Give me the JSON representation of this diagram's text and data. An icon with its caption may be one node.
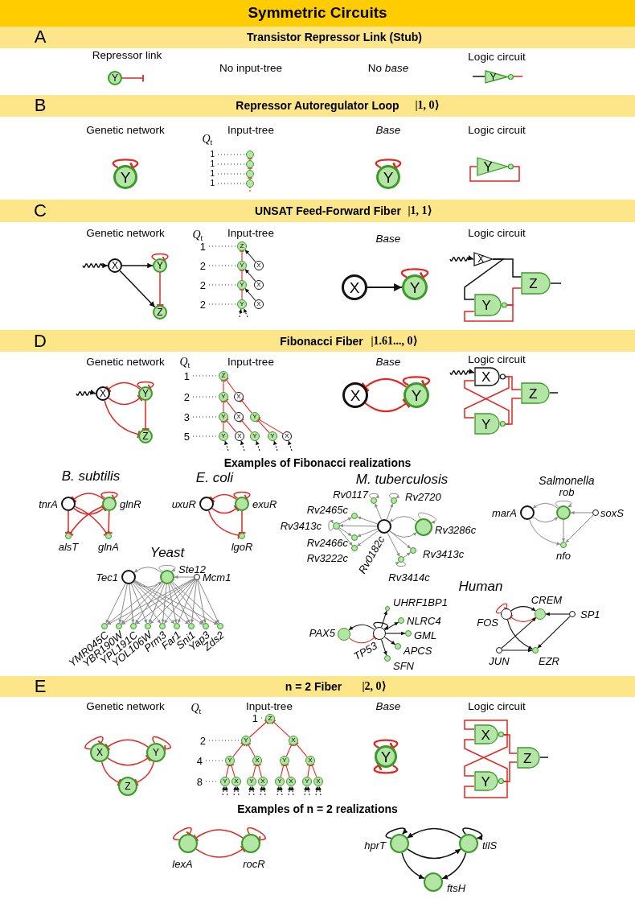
{
  "diagram": {
    "title": "Symmetric Circuits",
    "nodes": [
      {
        "text": [
          "Y"
        ]
      },
      {
        "text": [
          "Y"
        ]
      },
      {
        "text": [
          "Y"
        ]
      },
      {
        "text": [],
        "shape": "circle",
        "beside": [
          "1"
        ]
      },
      {
        "text": [],
        "shape": "circle",
        "beside": [
          "1"
        ]
      },
      {
        "text": [],
        "shape": "circle",
        "beside": [
          "1"
        ]
      },
      {
        "text": [],
        "shape": "circle",
        "beside": [
          "1"
        ]
      },
      {
        "text": [
          "Y"
        ]
      },
      {
        "text": [
          "Y"
        ]
      },
      {
        "text": [
          "X"
        ]
      },
      {
        "text": [
          "Y"
        ]
      },
      {
        "text": [
          "Z"
        ]
      },
      {
        "text": [
          "Z"
        ],
        "beside": [
          "1"
        ]
      },
      {
        "text": [
          "Y"
        ],
        "beside": [
          "2"
        ]
      },
      {
        "text": [
          "X"
        ]
      },
      {
        "text": [
          "Y"
        ],
        "beside": [
          "2"
        ]
      },
      {
        "text": [
          "X"
        ]
      },
      {
        "text": [
          "Y"
        ],
        "beside": [
          "2"
        ]
      },
      {
        "text": [
          "X"
        ]
      },
      {
        "text": [
          "X"
        ]
      },
      {
        "text": [
          "Y"
        ]
      },
      {
        "text": [
          "X"
        ]
      },
      {
        "text": [
          "Z"
        ]
      },
      {
        "text": [
          "Y"
        ]
      },
      {
        "text": [
          "X"
        ]
      },
      {
        "text": [
          "Y"
        ]
      },
      {
        "text": [
          "Z"
        ]
      },
      {
        "text": [
          "Z"
        ],
        "beside": [
          "1"
        ]
      },
      {
        "text": [
          "Y"
        ],
        "beside": [
          "2"
        ]
      },
      {
        "text": [
          "X"
        ]
      },
      {
        "text": [
          "Y"
        ],
        "beside": [
          "3"
        ]
      },
      {
        "text": [
          "X"
        ]
      },
      {
        "text": [
          "Y"
        ]
      },
      {
        "text": [
          "Y"
        ],
        "beside": [
          "5"
        ]
      },
      {
        "text": [
          "X"
        ]
      },
      {
        "text": [
          "Y"
        ]
      },
      {
        "text": [
          "Y"
        ]
      },
      {
        "text": [
          "X"
        ]
      },
      {
        "text": [
          "X"
        ]
      },
      {
        "text": [
          "Y"
        ]
      },
      {
        "text": [
          "X"
        ]
      },
      {
        "text": [
          "Z"
        ]
      },
      {
        "text": [
          "Y"
        ]
      },
      {
        "text": [],
        "shape": "circle",
        "beside": [
          "tnrA"
        ]
      },
      {
        "text": [],
        "shape": "circle",
        "beside": [
          "glnR"
        ]
      },
      {
        "text": [],
        "shape": "circle",
        "beside": [
          "alsT"
        ]
      },
      {
        "text": [],
        "shape": "circle",
        "beside": [
          "glnA"
        ]
      },
      {
        "text": [],
        "shape": "circle",
        "beside": [
          "uxuR"
        ]
      },
      {
        "text": [],
        "shape": "circle",
        "beside": [
          "exuR"
        ]
      },
      {
        "text": [],
        "shape": "circle",
        "beside": [
          "lgoR"
        ]
      },
      {
        "text": [],
        "shape": "circle",
        "beside": [
          "Rv0182c"
        ]
      },
      {
        "text": [],
        "shape": "circle",
        "beside": [
          "Rv0117"
        ]
      },
      {
        "text": [],
        "shape": "circle",
        "beside": [
          "Rv2720"
        ]
      },
      {
        "text": [],
        "shape": "circle",
        "beside": [
          "Rv2465c"
        ]
      },
      {
        "text": [],
        "shape": "circle",
        "beside": [
          "Rv3413c"
        ]
      },
      {
        "text": [],
        "shape": "circle",
        "beside": [
          "Rv2466c"
        ]
      },
      {
        "text": [],
        "shape": "circle",
        "beside": [
          "Rv3222c"
        ]
      },
      {
        "text": [],
        "shape": "circle",
        "beside": [
          "Rv3286c"
        ]
      },
      {
        "text": [],
        "shape": "circle",
        "beside": [
          "Rv3413c"
        ]
      },
      {
        "text": [],
        "shape": "circle",
        "beside": [
          "Rv3414c"
        ]
      },
      {
        "text": [],
        "shape": "circle",
        "beside": [
          "marA"
        ]
      },
      {
        "text": [],
        "shape": "circle",
        "beside": [
          "rob"
        ]
      },
      {
        "text": [],
        "shape": "circle",
        "beside": [
          "soxS"
        ]
      },
      {
        "text": [],
        "shape": "circle",
        "beside": [
          "nfo"
        ]
      },
      {
        "text": [],
        "shape": "circle",
        "beside": [
          "Tec1"
        ]
      },
      {
        "text": [],
        "shape": "circle",
        "beside": [
          "Ste12"
        ]
      },
      {
        "text": [],
        "shape": "circle",
        "beside": [
          "Mcm1"
        ]
      },
      {
        "text": [],
        "shape": "circle",
        "beside": [
          "YMR045C"
        ]
      },
      {
        "text": [],
        "shape": "circle",
        "beside": [
          "YBR190W"
        ]
      },
      {
        "text": [],
        "shape": "circle",
        "beside": [
          "YPL191C"
        ]
      },
      {
        "text": [],
        "shape": "circle",
        "beside": [
          "YOL106W"
        ]
      },
      {
        "text": [],
        "shape": "circle",
        "beside": [
          "Prm3"
        ]
      },
      {
        "text": [],
        "shape": "circle",
        "beside": [
          "Far1"
        ]
      },
      {
        "text": [],
        "shape": "circle",
        "beside": [
          "Sni1"
        ]
      },
      {
        "text": [],
        "shape": "circle",
        "beside": [
          "Yap3"
        ]
      },
      {
        "text": [],
        "shape": "circle",
        "beside": [
          "Zds2"
        ]
      },
      {
        "text": [],
        "shape": "circle",
        "beside": [
          "PAX5"
        ]
      },
      {
        "text": [],
        "shape": "circle",
        "beside": [
          "TP53"
        ]
      },
      {
        "text": [],
        "shape": "circle",
        "beside": [
          "UHRF1BP1"
        ]
      },
      {
        "text": [],
        "shape": "circle",
        "beside": [
          "NLRC4"
        ]
      },
      {
        "text": [],
        "shape": "circle",
        "beside": [
          "GML"
        ]
      },
      {
        "text": [],
        "shape": "circle",
        "beside": [
          "APCS"
        ]
      },
      {
        "text": [],
        "shape": "circle",
        "beside": [
          "SFN"
        ]
      },
      {
        "text": [],
        "shape": "circle",
        "beside": [
          "FOS"
        ]
      },
      {
        "text": [],
        "shape": "circle",
        "beside": [
          "CREM"
        ]
      },
      {
        "text": [],
        "shape": "circle",
        "beside": [
          "SP1"
        ]
      },
      {
        "text": [],
        "shape": "circle",
        "beside": [
          "JUN"
        ]
      },
      {
        "text": [],
        "shape": "circle",
        "beside": [
          "EZR"
        ]
      },
      {
        "text": [
          "X"
        ]
      },
      {
        "text": [
          "Y"
        ]
      },
      {
        "text": [
          "Z"
        ]
      },
      {
        "text": [
          "Z"
        ],
        "beside": [
          "1"
        ]
      },
      {
        "text": [
          "Y"
        ],
        "beside": [
          "2"
        ]
      },
      {
        "text": [
          "X"
        ]
      },
      {
        "text": [
          "Y"
        ],
        "beside": [
          "4"
        ]
      },
      {
        "text": [
          "X"
        ]
      },
      {
        "text": [
          "Y"
        ]
      },
      {
        "text": [
          "X"
        ]
      },
      {
        "text": [
          "Y"
        ],
        "beside": [
          "8"
        ]
      },
      {
        "text": [
          "X"
        ]
      },
      {
        "text": [
          "Y"
        ]
      },
      {
        "text": [
          "X"
        ]
      },
      {
        "text": [
          "Y"
        ]
      },
      {
        "text": [
          "X"
        ]
      },
      {
        "text": [
          "Y"
        ]
      },
      {
        "text": [
          "X"
        ]
      },
      {
        "text": [
          "Y"
        ]
      },
      {
        "text": [
          "X"
        ]
      },
      {
        "text": [
          "Y"
        ]
      },
      {
        "text": [
          "Z"
        ]
      },
      {
        "text": [],
        "shape": "circle",
        "beside": [
          "lexA"
        ]
      },
      {
        "text": [],
        "shape": "circle",
        "beside": [
          "rocR"
        ]
      },
      {
        "text": [],
        "shape": "circle",
        "beside": [
          "hprT"
        ]
      },
      {
        "text": [],
        "shape": "circle",
        "beside": [
          "tilS"
        ]
      },
      {
        "text": [],
        "shape": "circle",
        "beside": [
          "ftsH"
        ]
      }
    ],
    "edges": [
      {
        "from": 0,
        "to": null,
        "arrow": "other"
      },
      {
        "from": null,
        "to": 1,
        "arrow": "none",
        "color": "#111111"
      },
      {
        "from": 1,
        "to": null,
        "arrow": "none"
      },
      {
        "from": 2,
        "to": 2,
        "arrow": "other"
      },
      {
        "from": 4,
        "to": 3,
        "arrow": "other"
      },
      {
        "from": 5,
        "to": 4,
        "arrow": "other"
      },
      {
        "from": 6,
        "to": 5,
        "arrow": "other"
      },
      {
        "from": null,
        "to": 6,
        "arrow": "none",
        "style": "dashed"
      },
      {
        "from": 7,
        "to": 7,
        "arrow": "other"
      },
      {
        "from": 8,
        "to": 8,
        "arrow": "none"
      },
      {
        "from": null,
        "to": 9,
        "arrow": "to",
        "color": "#111111"
      },
      {
        "from": 9,
        "to": 10,
        "arrow": "to",
        "color": "#111111"
      },
      {
        "from": 9,
        "to": 11,
        "arrow": "to",
        "color": "#111111"
      },
      {
        "from": 10,
        "to": 11,
        "arrow": "other"
      },
      {
        "from": 10,
        "to": 10,
        "arrow": "other"
      },
      {
        "from": 13,
        "to": 12,
        "arrow": "other"
      },
      {
        "from": 14,
        "to": 12,
        "arrow": "to",
        "color": "#111111"
      },
      {
        "from": 15,
        "to": 13,
        "arrow": "other"
      },
      {
        "from": 16,
        "to": 13,
        "arrow": "to",
        "color": "#111111"
      },
      {
        "from": 17,
        "to": 15,
        "arrow": "other"
      },
      {
        "from": 18,
        "to": 15,
        "arrow": "to",
        "color": "#111111"
      },
      {
        "from": null,
        "to": 17,
        "arrow": "to",
        "style": "dashed",
        "color": "#111111"
      },
      {
        "from": null,
        "to": 17,
        "arrow": "to",
        "style": "dashed",
        "color": "#111111"
      },
      {
        "from": 19,
        "to": 20,
        "arrow": "to",
        "color": "#111111"
      },
      {
        "from": 20,
        "to": 20,
        "arrow": "other"
      },
      {
        "from": null,
        "to": 21,
        "arrow": "to",
        "color": "#111111"
      },
      {
        "from": 21,
        "to": 22,
        "arrow": "none",
        "color": "#111111"
      },
      {
        "from": 21,
        "to": 23,
        "arrow": "none",
        "color": "#111111"
      },
      {
        "from": 23,
        "to": 22,
        "arrow": "none"
      },
      {
        "from": 23,
        "to": 23,
        "arrow": "none"
      },
      {
        "from": 22,
        "to": null,
        "arrow": "none",
        "color": "#111111"
      },
      {
        "from": null,
        "to": 24,
        "arrow": "to",
        "color": "#111111"
      },
      {
        "from": 25,
        "to": 24,
        "arrow": "other"
      },
      {
        "from": 24,
        "to": 25,
        "arrow": "other"
      },
      {
        "from": 25,
        "to": 25,
        "arrow": "other"
      },
      {
        "from": 25,
        "to": 26,
        "arrow": "other"
      },
      {
        "from": 24,
        "to": 26,
        "arrow": "other"
      },
      {
        "from": 28,
        "to": 27,
        "arrow": "other"
      },
      {
        "from": 29,
        "to": 27,
        "arrow": "other"
      },
      {
        "from": 30,
        "to": 28,
        "arrow": "other"
      },
      {
        "from": 31,
        "to": 28,
        "arrow": "other"
      },
      {
        "from": 32,
        "to": 29,
        "arrow": "other"
      },
      {
        "from": 33,
        "to": 30,
        "arrow": "other"
      },
      {
        "from": 34,
        "to": 30,
        "arrow": "other"
      },
      {
        "from": 35,
        "to": 31,
        "arrow": "other"
      },
      {
        "from": 36,
        "to": 32,
        "arrow": "other"
      },
      {
        "from": 37,
        "to": 32,
        "arrow": "other"
      },
      {
        "from": null,
        "to": 33,
        "arrow": "to",
        "style": "dashed",
        "color": "#111111"
      },
      {
        "from": null,
        "to": 34,
        "arrow": "to",
        "style": "dashed",
        "color": "#111111"
      },
      {
        "from": null,
        "to": 35,
        "arrow": "to",
        "style": "dashed",
        "color": "#111111"
      },
      {
        "from": null,
        "to": 36,
        "arrow": "to",
        "style": "dashed",
        "color": "#111111"
      },
      {
        "from": null,
        "to": 37,
        "arrow": "to",
        "style": "dashed",
        "color": "#111111"
      },
      {
        "from": 39,
        "to": 38,
        "arrow": "other"
      },
      {
        "from": 38,
        "to": 39,
        "arrow": "other"
      },
      {
        "from": 39,
        "to": 39,
        "arrow": "other"
      },
      {
        "from": null,
        "to": 40,
        "arrow": "to",
        "color": "#111111"
      },
      {
        "from": 40,
        "to": 41,
        "arrow": "none"
      },
      {
        "from": 42,
        "to": 41,
        "arrow": "none"
      },
      {
        "from": 40,
        "to": 42,
        "arrow": "none"
      },
      {
        "from": 42,
        "to": 40,
        "arrow": "none"
      },
      {
        "from": 41,
        "to": null,
        "arrow": "none",
        "color": "#111111"
      },
      {
        "from": 44,
        "to": 43,
        "arrow": "other"
      },
      {
        "from": 43,
        "to": 44,
        "arrow": "other"
      },
      {
        "from": 44,
        "to": 44,
        "arrow": "other"
      },
      {
        "from": 43,
        "to": 45,
        "arrow": "other"
      },
      {
        "from": 43,
        "to": 46,
        "arrow": "other"
      },
      {
        "from": 44,
        "to": 45,
        "arrow": "other"
      },
      {
        "from": 44,
        "to": 46,
        "arrow": "other"
      },
      {
        "from": 48,
        "to": 47,
        "arrow": "other"
      },
      {
        "from": 47,
        "to": 48,
        "arrow": "other"
      },
      {
        "from": 48,
        "to": 48,
        "arrow": "other"
      },
      {
        "from": 48,
        "to": 49,
        "arrow": "other"
      },
      {
        "from": 47,
        "to": 49,
        "arrow": "other"
      },
      {
        "from": 50,
        "to": 51,
        "arrow": "to",
        "color": "#8a8a8a"
      },
      {
        "from": 50,
        "to": 52,
        "arrow": "to",
        "color": "#8a8a8a"
      },
      {
        "from": 50,
        "to": 53,
        "arrow": "to",
        "color": "#8a8a8a"
      },
      {
        "from": 50,
        "to": 54,
        "arrow": "to",
        "color": "#8a8a8a"
      },
      {
        "from": 50,
        "to": 55,
        "arrow": "to",
        "color": "#8a8a8a"
      },
      {
        "from": 50,
        "to": 56,
        "arrow": "to",
        "color": "#8a8a8a"
      },
      {
        "from": 50,
        "to": 57,
        "arrow": "to",
        "color": "#8a8a8a"
      },
      {
        "from": 57,
        "to": 50,
        "arrow": "to",
        "color": "#8a8a8a"
      },
      {
        "from": 50,
        "to": 58,
        "arrow": "to",
        "color": "#8a8a8a"
      },
      {
        "from": 50,
        "to": 59,
        "arrow": "to",
        "color": "#8a8a8a"
      },
      {
        "from": 54,
        "to": 53,
        "arrow": "to",
        "color": "#8a8a8a"
      },
      {
        "from": 54,
        "to": 55,
        "arrow": "to",
        "color": "#8a8a8a"
      },
      {
        "from": 54,
        "to": 56,
        "arrow": "to",
        "color": "#8a8a8a"
      },
      {
        "from": 51,
        "to": 51,
        "arrow": "to",
        "color": "#8a8a8a"
      },
      {
        "from": 52,
        "to": 52,
        "arrow": "to",
        "color": "#8a8a8a"
      },
      {
        "from": 54,
        "to": 54,
        "arrow": "to",
        "color": "#8a8a8a"
      },
      {
        "from": 57,
        "to": 57,
        "arrow": "to",
        "color": "#8a8a8a"
      },
      {
        "from": 59,
        "to": 59,
        "arrow": "to",
        "color": "#8a8a8a"
      },
      {
        "from": 59,
        "to": 58,
        "arrow": "to",
        "color": "#8a8a8a"
      },
      {
        "from": 61,
        "to": 60,
        "arrow": "to",
        "color": "#8a8a8a"
      },
      {
        "from": 60,
        "to": 61,
        "arrow": "to",
        "color": "#8a8a8a"
      },
      {
        "from": 61,
        "to": 61,
        "arrow": "to",
        "color": "#8a8a8a"
      },
      {
        "from": 62,
        "to": 61,
        "arrow": "to",
        "color": "#8a8a8a"
      },
      {
        "from": 61,
        "to": 63,
        "arrow": "to",
        "color": "#8a8a8a"
      },
      {
        "from": 60,
        "to": 63,
        "arrow": "to",
        "color": "#8a8a8a"
      },
      {
        "from": 62,
        "to": 63,
        "arrow": "to",
        "color": "#8a8a8a"
      },
      {
        "from": 65,
        "to": 64,
        "arrow": "to",
        "color": "#8a8a8a"
      },
      {
        "from": 64,
        "to": 65,
        "arrow": "to",
        "color": "#8a8a8a"
      },
      {
        "from": 66,
        "to": 65,
        "arrow": "to",
        "color": "#8a8a8a"
      },
      {
        "from": 65,
        "to": 65,
        "arrow": "to",
        "color": "#8a8a8a"
      },
      {
        "from": 64,
        "to": 67,
        "arrow": "to",
        "color": "#8a8a8a"
      },
      {
        "from": 65,
        "to": 67,
        "arrow": "to",
        "color": "#8a8a8a"
      },
      {
        "from": 66,
        "to": 67,
        "arrow": "to",
        "color": "#8a8a8a"
      },
      {
        "from": 64,
        "to": 68,
        "arrow": "to",
        "color": "#8a8a8a"
      },
      {
        "from": 65,
        "to": 68,
        "arrow": "to",
        "color": "#8a8a8a"
      },
      {
        "from": 66,
        "to": 68,
        "arrow": "to",
        "color": "#8a8a8a"
      },
      {
        "from": 64,
        "to": 69,
        "arrow": "to",
        "color": "#8a8a8a"
      },
      {
        "from": 65,
        "to": 69,
        "arrow": "to",
        "color": "#8a8a8a"
      },
      {
        "from": 66,
        "to": 69,
        "arrow": "to",
        "color": "#8a8a8a"
      },
      {
        "from": 64,
        "to": 70,
        "arrow": "to",
        "color": "#8a8a8a"
      },
      {
        "from": 65,
        "to": 70,
        "arrow": "to",
        "color": "#8a8a8a"
      },
      {
        "from": 66,
        "to": 70,
        "arrow": "to",
        "color": "#8a8a8a"
      },
      {
        "from": 64,
        "to": 71,
        "arrow": "to",
        "color": "#8a8a8a"
      },
      {
        "from": 65,
        "to": 71,
        "arrow": "to",
        "color": "#8a8a8a"
      },
      {
        "from": 66,
        "to": 71,
        "arrow": "to",
        "color": "#8a8a8a"
      },
      {
        "from": 64,
        "to": 72,
        "arrow": "to",
        "color": "#8a8a8a"
      },
      {
        "from": 65,
        "to": 72,
        "arrow": "to",
        "color": "#8a8a8a"
      },
      {
        "from": 66,
        "to": 72,
        "arrow": "to",
        "color": "#8a8a8a"
      },
      {
        "from": 64,
        "to": 73,
        "arrow": "to",
        "color": "#8a8a8a"
      },
      {
        "from": 65,
        "to": 73,
        "arrow": "to",
        "color": "#8a8a8a"
      },
      {
        "from": 66,
        "to": 73,
        "arrow": "to",
        "color": "#8a8a8a"
      },
      {
        "from": 64,
        "to": 74,
        "arrow": "to",
        "color": "#8a8a8a"
      },
      {
        "from": 65,
        "to": 74,
        "arrow": "to",
        "color": "#8a8a8a"
      },
      {
        "from": 66,
        "to": 74,
        "arrow": "to",
        "color": "#8a8a8a"
      },
      {
        "from": 64,
        "to": 75,
        "arrow": "to",
        "color": "#8a8a8a"
      },
      {
        "from": 65,
        "to": 75,
        "arrow": "to",
        "color": "#8a8a8a"
      },
      {
        "from": 66,
        "to": 75,
        "arrow": "to",
        "color": "#8a8a8a"
      },
      {
        "from": 77,
        "to": 76,
        "arrow": "to",
        "color": "#111111"
      },
      {
        "from": 76,
        "to": 77,
        "arrow": "other"
      },
      {
        "from": 77,
        "to": 77,
        "arrow": "to",
        "color": "#111111"
      },
      {
        "from": 77,
        "to": 78,
        "arrow": "to",
        "color": "#111111"
      },
      {
        "from": 77,
        "to": 79,
        "arrow": "to",
        "color": "#111111"
      },
      {
        "from": 77,
        "to": 80,
        "arrow": "to",
        "color": "#111111"
      },
      {
        "from": 77,
        "to": 81,
        "arrow": "to",
        "color": "#111111"
      },
      {
        "from": 77,
        "to": 82,
        "arrow": "to",
        "color": "#111111"
      },
      {
        "from": 83,
        "to": 83,
        "arrow": "other"
      },
      {
        "from": 83,
        "to": 84,
        "arrow": "to",
        "color": "#111111"
      },
      {
        "from": 84,
        "to": 83,
        "arrow": "other"
      },
      {
        "from": 85,
        "to": 84,
        "arrow": "to",
        "color": "#111111"
      },
      {
        "from": 83,
        "to": 87,
        "arrow": "to",
        "color": "#111111"
      },
      {
        "from": 86,
        "to": 84,
        "arrow": "to",
        "color": "#111111"
      },
      {
        "from": 86,
        "to": 87,
        "arrow": "to",
        "color": "#111111"
      },
      {
        "from": 85,
        "to": 87,
        "arrow": "to",
        "color": "#111111"
      },
      {
        "from": 88,
        "to": 88,
        "arrow": "other"
      },
      {
        "from": 89,
        "to": 89,
        "arrow": "other"
      },
      {
        "from": 89,
        "to": 88,
        "arrow": "other"
      },
      {
        "from": 88,
        "to": 89,
        "arrow": "other"
      },
      {
        "from": 88,
        "to": 90,
        "arrow": "other"
      },
      {
        "from": 89,
        "to": 90,
        "arrow": "other"
      },
      {
        "from": 92,
        "to": 91,
        "arrow": "other"
      },
      {
        "from": 93,
        "to": 91,
        "arrow": "other"
      },
      {
        "from": 94,
        "to": 92,
        "arrow": "other"
      },
      {
        "from": 95,
        "to": 92,
        "arrow": "other"
      },
      {
        "from": 96,
        "to": 93,
        "arrow": "other"
      },
      {
        "from": 97,
        "to": 93,
        "arrow": "other"
      },
      {
        "from": 98,
        "to": 94,
        "arrow": "other"
      },
      {
        "from": 99,
        "to": 94,
        "arrow": "other"
      },
      {
        "from": 100,
        "to": 95,
        "arrow": "other"
      },
      {
        "from": 101,
        "to": 95,
        "arrow": "other"
      },
      {
        "from": 102,
        "to": 96,
        "arrow": "other"
      },
      {
        "from": 103,
        "to": 96,
        "arrow": "other"
      },
      {
        "from": 104,
        "to": 97,
        "arrow": "other"
      },
      {
        "from": 105,
        "to": 97,
        "arrow": "other"
      },
      {
        "from": null,
        "to": 98,
        "arrow": "to",
        "style": "dashed",
        "color": "#111111"
      },
      {
        "from": null,
        "to": 98,
        "arrow": "to",
        "style": "dashed",
        "color": "#111111"
      },
      {
        "from": null,
        "to": 99,
        "arrow": "to",
        "style": "dashed",
        "color": "#111111"
      },
      {
        "from": null,
        "to": 99,
        "arrow": "to",
        "style": "dashed",
        "color": "#111111"
      },
      {
        "from": null,
        "to": 100,
        "arrow": "to",
        "style": "dashed",
        "color": "#111111"
      },
      {
        "from": null,
        "to": 100,
        "arrow": "to",
        "style": "dashed",
        "color": "#111111"
      },
      {
        "from": null,
        "to": 101,
        "arrow": "to",
        "style": "dashed",
        "color": "#111111"
      },
      {
        "from": null,
        "to": 101,
        "arrow": "to",
        "style": "dashed",
        "color": "#111111"
      },
      {
        "from": null,
        "to": 102,
        "arrow": "to",
        "style": "dashed",
        "color": "#111111"
      },
      {
        "from": null,
        "to": 102,
        "arrow": "to",
        "style": "dashed",
        "color": "#111111"
      },
      {
        "from": null,
        "to": 103,
        "arrow": "to",
        "style": "dashed",
        "color": "#111111"
      },
      {
        "from": null,
        "to": 103,
        "arrow": "to",
        "style": "dashed",
        "color": "#111111"
      },
      {
        "from": null,
        "to": 104,
        "arrow": "to",
        "style": "dashed",
        "color": "#111111"
      },
      {
        "from": null,
        "to": 104,
        "arrow": "to",
        "style": "dashed",
        "color": "#111111"
      },
      {
        "from": null,
        "to": 105,
        "arrow": "to",
        "style": "dashed",
        "color": "#111111"
      },
      {
        "from": null,
        "to": 105,
        "arrow": "to",
        "style": "dashed",
        "color": "#111111"
      },
      {
        "from": 106,
        "to": 106,
        "arrow": "other"
      },
      {
        "from": 106,
        "to": 106,
        "arrow": "other"
      },
      {
        "from": 107,
        "to": 109,
        "arrow": "none"
      },
      {
        "from": 108,
        "to": 109,
        "arrow": "none"
      },
      {
        "from": 107,
        "to": 107,
        "arrow": "none"
      },
      {
        "from": 107,
        "to": 108,
        "arrow": "none"
      },
      {
        "from": 108,
        "to": 107,
        "arrow": "none"
      },
      {
        "from": 108,
        "to": 108,
        "arrow": "none"
      },
      {
        "from": 109,
        "to": null,
        "arrow": "none",
        "color": "#111111"
      },
      {
        "from": 110,
        "to": 110,
        "arrow": "other"
      },
      {
        "from": 111,
        "to": 111,
        "arrow": "other"
      },
      {
        "from": 111,
        "to": 110,
        "arrow": "other"
      },
      {
        "from": 110,
        "to": 111,
        "arrow": "other"
      },
      {
        "from": 112,
        "to": 112,
        "arrow": "to",
        "color": "#111111"
      },
      {
        "from": 113,
        "to": 113,
        "arrow": "to",
        "color": "#111111"
      },
      {
        "from": 113,
        "to": 112,
        "arrow": "to",
        "color": "#111111"
      },
      {
        "from": 112,
        "to": 113,
        "arrow": "to",
        "color": "#111111"
      },
      {
        "from": 112,
        "to": 114,
        "arrow": "to",
        "color": "#111111"
      },
      {
        "from": 113,
        "to": 114,
        "arrow": "to",
        "color": "#111111"
      }
    ],
    "labels": [
      "A",
      "Transistor Repressor Link (Stub)",
      "Repressor link",
      "No input-tree",
      "No *base*",
      "Logic circuit",
      "B",
      "Repressor Autoregulator Loop",
      "|1, 0⟩",
      "Genetic network",
      "*Q*$_{t}$",
      "Input-tree",
      "Base",
      "Logic circuit",
      "C",
      "UNSAT Feed-Forward Fiber",
      "|1, 1⟩",
      "Genetic network",
      "*Q*$_{t}$",
      "Input-tree",
      "Base",
      "Logic circuit",
      "D",
      "Fibonacci Fiber",
      "|1.61..., 0⟩",
      "Genetic network",
      "*Q*$_{t}$",
      "Input-tree",
      "Base",
      "Logic circuit",
      "Examples of Fibonacci realizations",
      "B. subtilis",
      "E. coli",
      "M. tuberculosis",
      "Salmonella",
      "Yeast",
      "Human",
      "E",
      "n = 2 Fiber",
      "|2, 0⟩",
      "Genetic network",
      "*Q*$_{t}$",
      "Input-tree",
      "Base",
      "Logic circuit",
      "Examples of n = 2 realizations"
    ]
  }
}
